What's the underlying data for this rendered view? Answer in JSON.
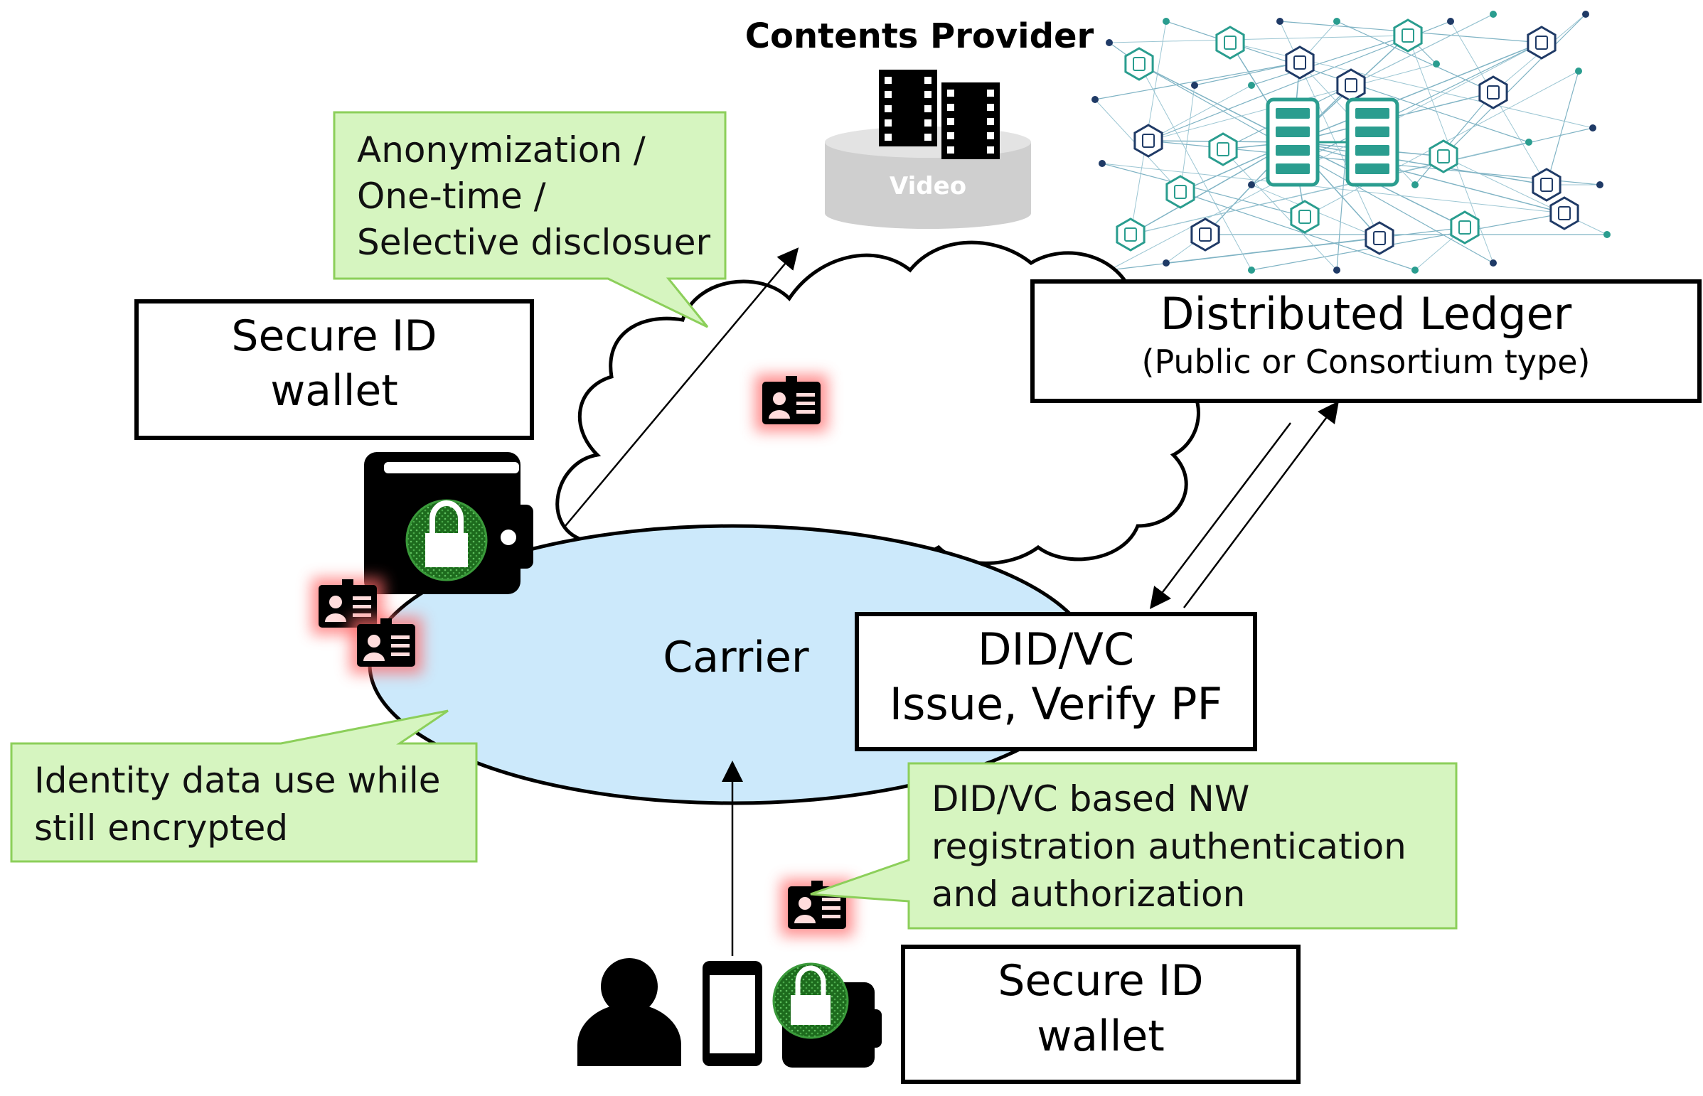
{
  "provider": {
    "title": "Contents Provider",
    "db_label": "Video"
  },
  "callouts": {
    "anonymization": [
      "Anonymization /",
      "One-time /",
      "Selective disclosuer"
    ],
    "identity": [
      "Identity data use while",
      "still encrypted"
    ],
    "didvc_auth": [
      "DID/VC based NW",
      "registration authentication",
      "and authorization"
    ]
  },
  "boxes": {
    "wallet_top": [
      "Secure ID",
      "wallet"
    ],
    "wallet_bottom": [
      "Secure ID",
      "wallet"
    ],
    "ledger_title": "Distributed Ledger",
    "ledger_sub": "(Public or Consortium type)",
    "didvc": [
      "DID/VC",
      "Issue, Verify PF"
    ]
  },
  "carrier_label": "Carrier",
  "colors": {
    "carrier_fill": "#cce9fb",
    "callout_fill": "#d6f5c0",
    "callout_border": "#8ccf5a",
    "id_glow": "#ff6a6a",
    "lock_green": "#2e8b2e",
    "ledger_teal": "#2a9d8f",
    "ledger_navy": "#1f3a66"
  },
  "icons": [
    "film-strip-icon",
    "database-icon",
    "wallet-icon",
    "lock-icon",
    "id-card-icon",
    "person-icon",
    "smartphone-icon",
    "server-icon",
    "network-node-icon"
  ]
}
